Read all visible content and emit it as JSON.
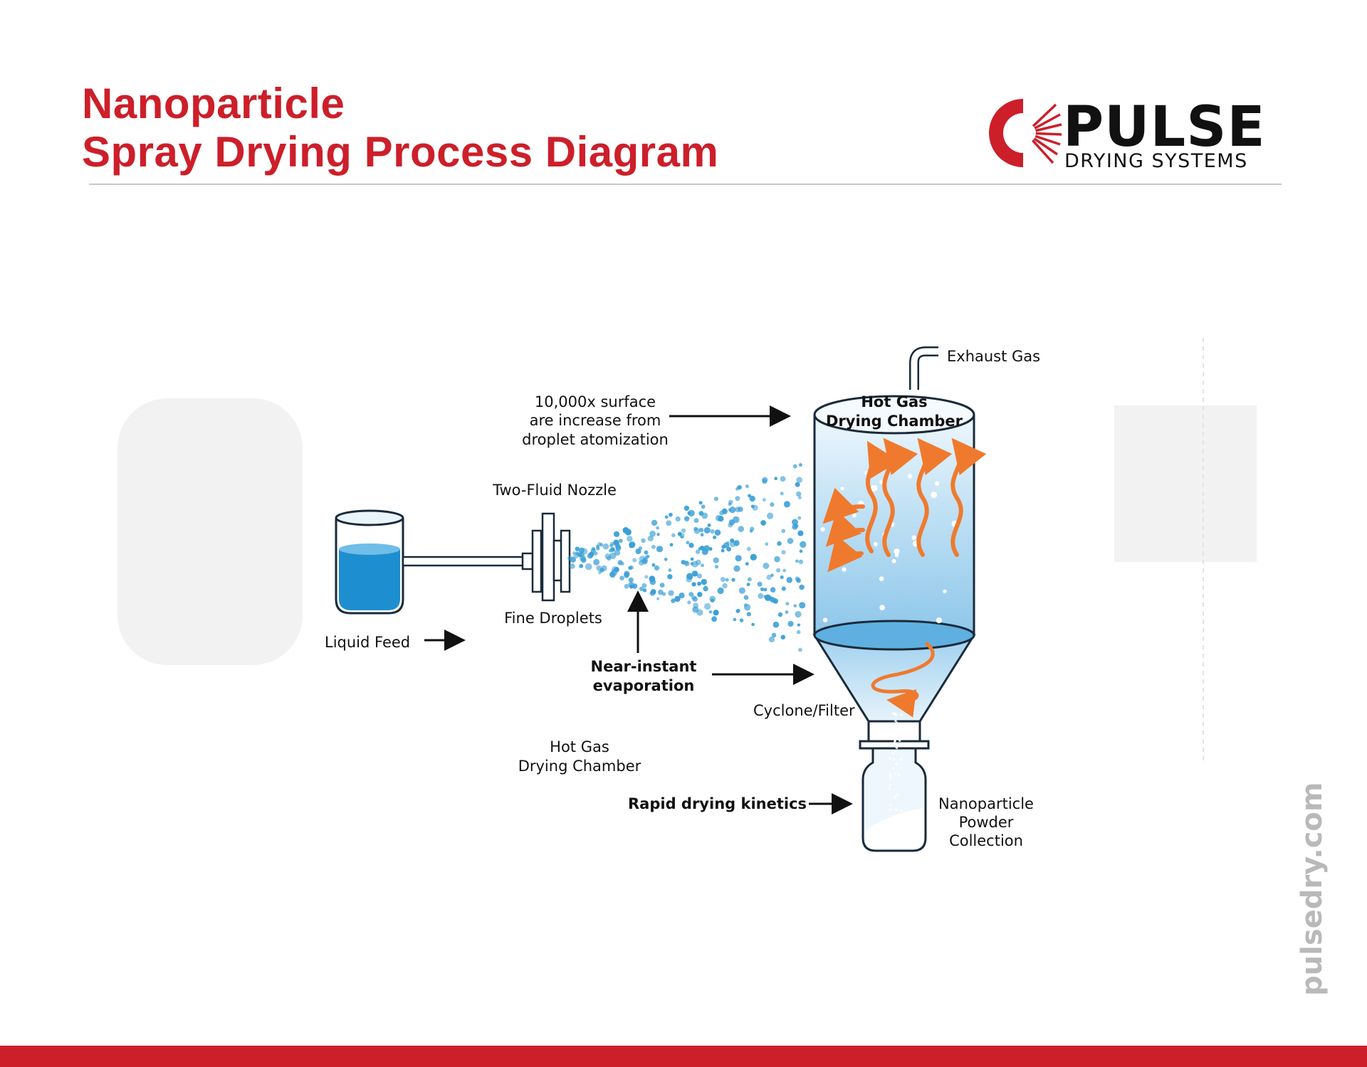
{
  "header": {
    "title_line1": "Nanoparticle",
    "title_line2": "Spray Drying Process Diagram",
    "logo_word": "PULSE",
    "logo_tagline": "DRYING SYSTEMS"
  },
  "labels": {
    "exhaust_gas": "Exhaust Gas",
    "chamber_title_line1": "Hot Gas",
    "chamber_title_line2": "Drying Chamber",
    "surface_line1": "10,000x surface",
    "surface_line2": "are increase from",
    "surface_line3": "droplet atomization",
    "two_fluid_nozzle": "Two-Fluid Nozzle",
    "fine_droplets": "Fine Droplets",
    "liquid_feed": "Liquid Feed",
    "near_instant_line1": "Near-instant",
    "near_instant_line2": "evaporation",
    "cyclone_filter": "Cyclone/Filter",
    "hot_gas_line1": "Hot Gas",
    "hot_gas_line2": "Drying Chamber",
    "rapid_drying": "Rapid drying kinetics",
    "powder_line1": "Nanoparticle",
    "powder_line2": "Powder",
    "powder_line3": "Collection"
  },
  "footer": {
    "url": "pulsedry.com"
  },
  "colors": {
    "brand_red": "#cc1f2a",
    "water_blue": "#1d8fd0",
    "droplet_blue": "#3a9fd6",
    "heat_orange": "#ef7a2e",
    "chamber_blue": "#cfe6f5"
  },
  "icons": {
    "logo_mark": "sunburst-k-icon"
  }
}
